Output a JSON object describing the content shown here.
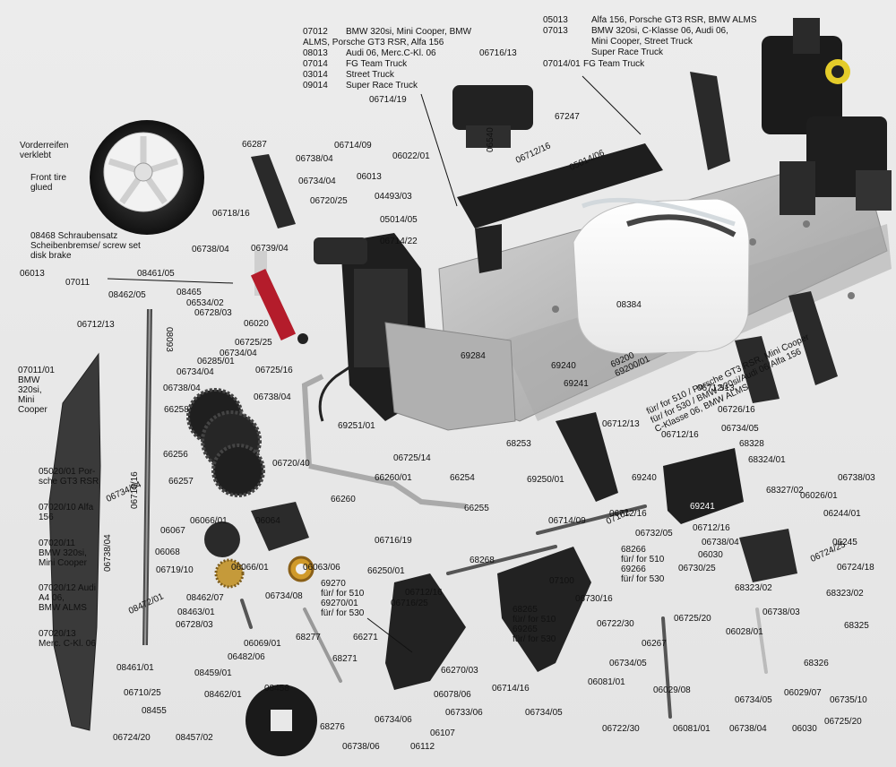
{
  "labels": [
    "07012",
    "BMW 320si, Mini Cooper, BMW",
    "ALMS, Porsche GT3 RSR, Alfa 156",
    "08013",
    "Audi 06, Merc.C-Kl. 06",
    "07014",
    "FG Team Truck",
    "03014",
    "Street Truck",
    "09014",
    "Super Race Truck",
    "05013",
    "Alfa 156, Porsche GT3 RSR, BMW ALMS",
    "07013",
    "BMW 320si, C-Klasse 06, Audi 06,",
    "Mini Cooper, Street Truck",
    "Super Race Truck",
    "07014/01",
    "FG Team Truck",
    "06716/13",
    "06714/19",
    "67247",
    "06540",
    "06714/09",
    "06022/01",
    "06738/04",
    "06734/04",
    "06013",
    "04493/03",
    "06720/25",
    "05014/05",
    "06714/22",
    "66287",
    "Vorderreifen\nverklebt",
    "Front tire\nglued",
    "06718/16",
    "06738/04",
    "06739/04",
    "08468 Schraubensatz\nScheibenbremse/ screw set\ndisk brake",
    "06013",
    "07011",
    "08461/05",
    "08462/05",
    "08465",
    "06534/02",
    "06728/03",
    "06712/13",
    "08093",
    "06020",
    "06725/25",
    "06734/04",
    "06285/01",
    "06734/04",
    "06725/16",
    "06738/04",
    "07011/01\nBMW\n320si,\nMini\nCooper",
    "06712/16",
    "05014/06",
    "08384",
    "69284",
    "69240",
    "69200\n69200/01",
    "69241",
    "für/ for 510 / Porsche GT3 RSR, Mini Cooper\nfür/ for 530 / BMW 320si/Audi 06/Alfa 156\nC-Klasse 06, BMW ALMS",
    "66258",
    "06738/04",
    "69251/01",
    "06712/13",
    "06726/16",
    "66256",
    "06712/13",
    "06734/05",
    "06712/16",
    "68328",
    "68253",
    "06720/40",
    "06734/04",
    "06718/16",
    "66257",
    "06725/14",
    "66254",
    "68324/01",
    "69240",
    "06738/03",
    "05020/01 Por-\nsche GT3 RSR",
    "66260/01",
    "66260",
    "69250/01",
    "68327/02",
    "06026/01",
    "07020/10 Alfa\n156",
    "66255",
    "69241",
    "06067",
    "06066/01",
    "06064",
    "06716/19",
    "06714/09",
    "06712/16",
    "07102",
    "06732/05",
    "06712/16",
    "06738/04",
    "06244/01",
    "06245",
    "07020/11\nBMW 320si,\nMini Cooper",
    "06068",
    "68266\nfür/ for 510\n69266\nfür/ for 530",
    "06030",
    "06730/25",
    "06724/25",
    "06724/18",
    "06738/04",
    "06066/01",
    "06719/10",
    "06063/06",
    "68268",
    "66250/01",
    "07100",
    "68323/02",
    "68323/02",
    "07020/12 Audi\nA4 06,\nBMW ALMS",
    "08472/01",
    "08462/07",
    "06734/08",
    "69270\nfür/ for 510\n69270/01\nfür/ for 530",
    "06712/16",
    "06730/16",
    "06716/25",
    "06738/03",
    "08463/01",
    "68265\nfür/ for 510\n69265\nfür/ for 530",
    "06725/20",
    "06722/30",
    "68325",
    "06728/03",
    "06028/01",
    "07020/13\nMerc. C-Kl. 06",
    "06069/01",
    "68277",
    "66271",
    "06267",
    "08461/01",
    "06482/06",
    "68271",
    "66270/03",
    "08459/01",
    "06734/05",
    "68326",
    "06081/01",
    "06710/25",
    "08462/01",
    "08458",
    "06078/06",
    "06714/16",
    "06029/08",
    "06029/07",
    "08455",
    "06734/06",
    "06733/06",
    "06734/05",
    "06734/05",
    "06735/10",
    "68276",
    "06107",
    "06724/20",
    "08457/02",
    "06738/06",
    "06112",
    "06722/30",
    "06081/01",
    "06738/04",
    "06030",
    "06725/20"
  ]
}
